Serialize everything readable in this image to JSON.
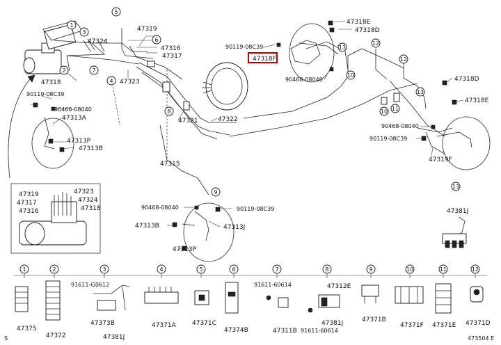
{
  "main_labels": {
    "p47319_top": "47319",
    "p47324_top": "47324",
    "p47316_top": "47316",
    "p47317_top": "47317",
    "p47318_left": "47318",
    "p47323_top": "47323",
    "p90119_left": "90119-08C39",
    "p90468_left": "90468-08040",
    "p47313A": "47313A",
    "p47313P_left": "47313P",
    "p47313B_left": "47313B",
    "p47321": "47321",
    "p47322": "47322",
    "p47315": "47315",
    "p90119_mid": "90119-08C39",
    "p47318F_highlight": "47318F",
    "p90468_mid": "90468-08040",
    "p47318E_top": "47318E",
    "p47318D_top": "47318D",
    "p47318D_right": "47318D",
    "p47318E_right": "47318E",
    "p90468_right": "90468-08040",
    "p90119_right": "90119-08C39",
    "p47319F": "47319F",
    "p90468_low": "90468-08040",
    "p90119_low": "90119-08C39",
    "p47313B_low": "47313B",
    "p47313J": "47313J",
    "p47313P_low": "47313P",
    "p47381J_top": "47381J"
  },
  "inset_labels": {
    "i47319": "47319",
    "i47317": "47317",
    "i47316": "47316",
    "i47323": "47323",
    "i47324": "47324",
    "i47318": "47318"
  },
  "callouts": {
    "c1": "1",
    "c2": "2",
    "c3": "3",
    "c4": "4",
    "c5": "5",
    "c6": "6",
    "c7": "7",
    "c8": "8",
    "c9": "9",
    "c10": "10",
    "c11": "11",
    "c12": "12",
    "c13": "13"
  },
  "legend": {
    "l1_part": "47375",
    "l2_part": "47372",
    "l3_bolt": "91611-G0612",
    "l3_part_a": "47373B",
    "l3_part_b": "47381J",
    "l4_part": "47371A",
    "l5_part": "47371C",
    "l6_part": "47374B",
    "l7_bolt_a": "91611-60614",
    "l7_part": "47311B",
    "l8_part": "47312E",
    "l8_bolt": "91611-60614",
    "l8_part_b": "47381J",
    "l9_part": "47371B",
    "l10_part": "47371F",
    "l11_part": "47371E",
    "l12_part": "47371D"
  },
  "footer": {
    "left_mark": "S",
    "right_code": "473504 E"
  }
}
